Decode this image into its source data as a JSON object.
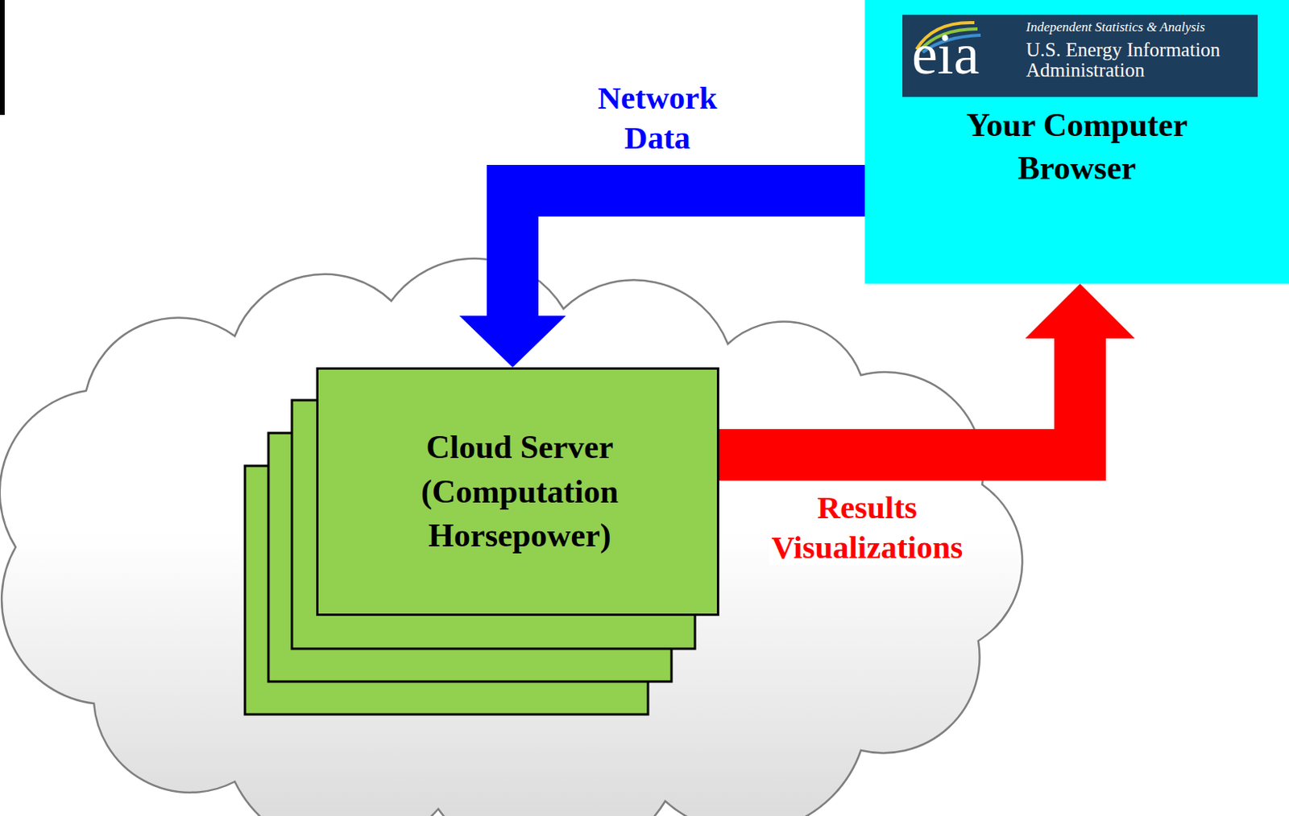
{
  "diagram": {
    "nodes": [
      {
        "text": [
          "Your Computer Browser"
        ]
      },
      {
        "text": [
          "eia",
          "Independent Statistics & Analysis",
          "U.S. Energy Information Administration"
        ],
        "in": 0
      },
      {
        "text": [
          "Cloud Server (Computation Horsepower)"
        ]
      }
    ],
    "edges": [
      {
        "from": 0,
        "to": 2,
        "arrow": "to",
        "label": "Network Data"
      },
      {
        "from": 2,
        "to": 0,
        "arrow": "to",
        "label": "Results Visualizations"
      }
    ]
  }
}
